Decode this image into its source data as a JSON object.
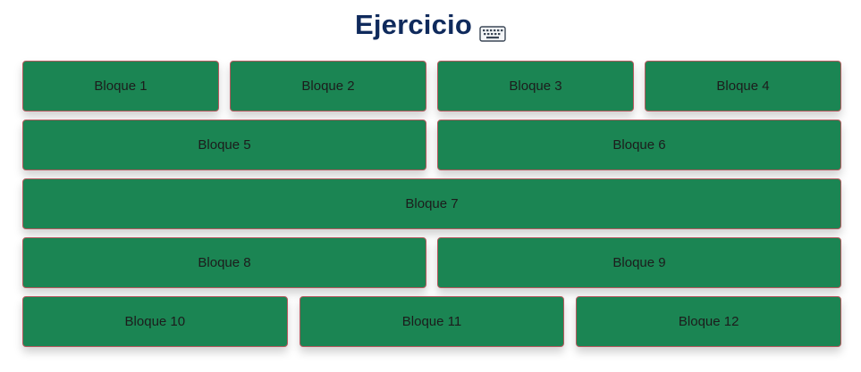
{
  "header": {
    "title": "Ejercicio",
    "icon": "keyboard-icon"
  },
  "colors": {
    "title": "#0f2a5c",
    "block_fill": "#1b8553",
    "block_border": "#b6595f"
  },
  "rows": [
    [
      "Bloque 1",
      "Bloque 2",
      "Bloque 3",
      "Bloque 4"
    ],
    [
      "Bloque 5",
      "Bloque 6"
    ],
    [
      "Bloque 7"
    ],
    [
      "Bloque 8",
      "Bloque 9"
    ],
    [
      "Bloque 10",
      "Bloque 11",
      "Bloque 12"
    ]
  ]
}
